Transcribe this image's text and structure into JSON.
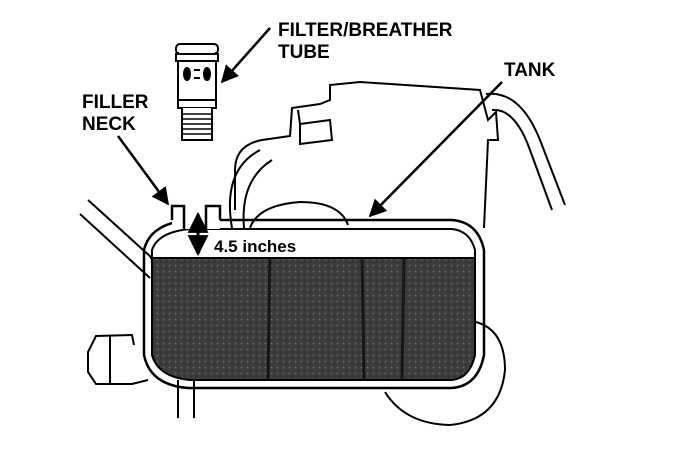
{
  "labels": {
    "filter_line1": "FILTER/BREATHER",
    "filter_line2": "TUBE",
    "filler_line1": "FILLER",
    "filler_line2": "NECK",
    "tank": "TANK",
    "measurement": "4.5 inches"
  },
  "colors": {
    "ink": "#000000",
    "paper": "#ffffff",
    "fluid": "#3a3a3a"
  },
  "icons": {
    "arrow": "arrow-icon",
    "double_arrow": "double-arrow-icon"
  }
}
